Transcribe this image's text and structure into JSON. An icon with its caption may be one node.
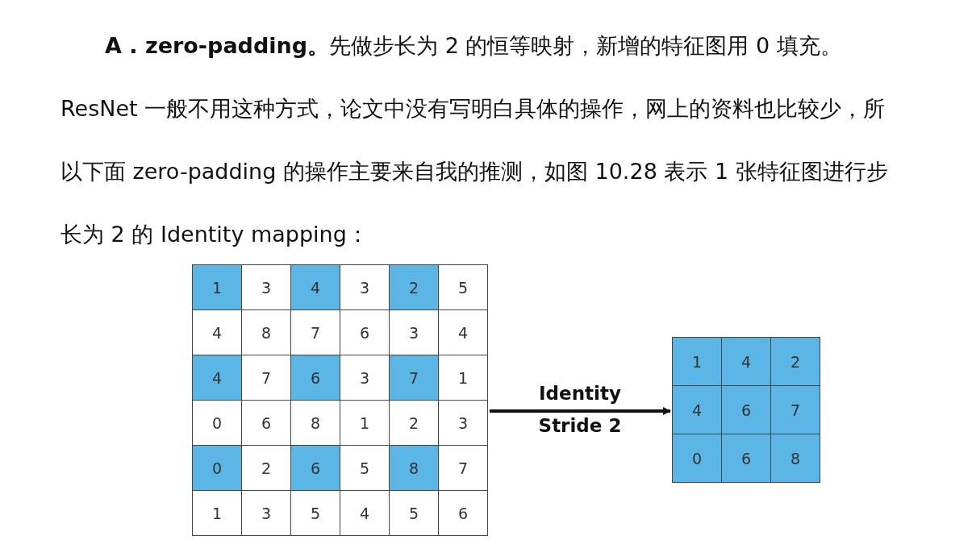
{
  "diagram": {
    "nodes": [
      {
        "text": [
          "1",
          "3",
          "4",
          "3",
          "2",
          "5",
          "4",
          "8",
          "7",
          "6",
          "3",
          "4",
          "4",
          "7",
          "6",
          "3",
          "7",
          "1",
          "0",
          "6",
          "8",
          "1",
          "2",
          "3",
          "0",
          "2",
          "6",
          "5",
          "8",
          "7",
          "1",
          "3",
          "5",
          "4",
          "5",
          "6"
        ]
      },
      {
        "text": [
          "1",
          "4",
          "2",
          "4",
          "6",
          "7",
          "0",
          "6",
          "8"
        ]
      }
    ],
    "edges": [
      {
        "from": 0,
        "to": 1,
        "arrow": "to",
        "label": "Identity Stride 2"
      }
    ],
    "labels": [
      "**A . zero-padding。**先做步长为 2 的恒等映射，新增的特征图用 0 填充。ResNet 一般不用这种方式，论文中没有写明白具体的操作，网上的资料也比较少，所以下面 zero-padding 的操作主要来自我的推测，如图 10.28 表示 1 张特征图进行步长为 2 的 Identity mapping："
    ]
  }
}
